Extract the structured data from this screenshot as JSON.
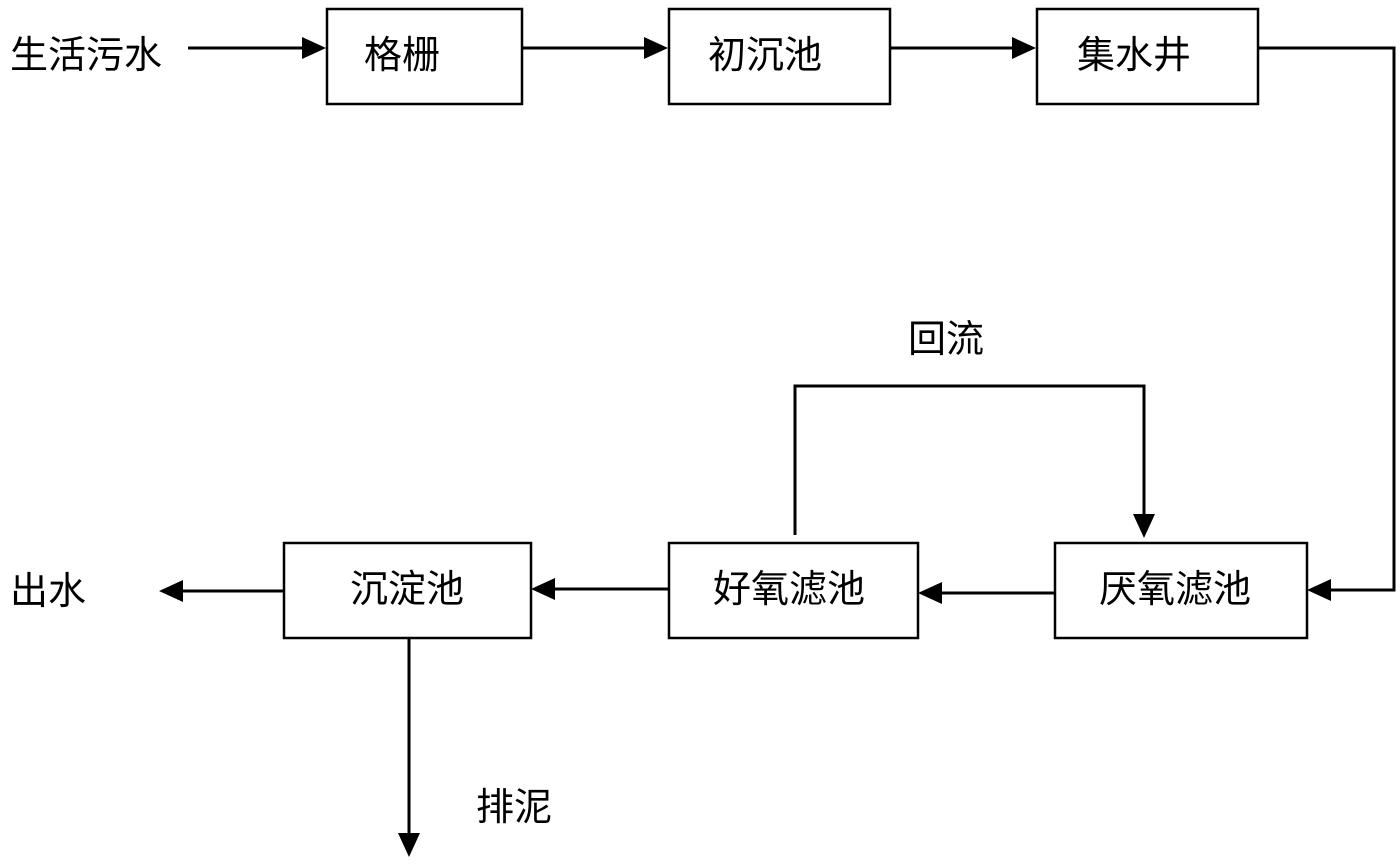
{
  "labels": {
    "input": "生活污水",
    "output": "出水",
    "sludge": "排泥",
    "reflux": "回流"
  },
  "boxes": {
    "grid": "格栅",
    "primary_settling": "初沉池",
    "sump": "集水井",
    "anaerobic_filter": "厌氧滤池",
    "aerobic_filter": "好氧滤池",
    "sedimentation": "沉淀池"
  }
}
